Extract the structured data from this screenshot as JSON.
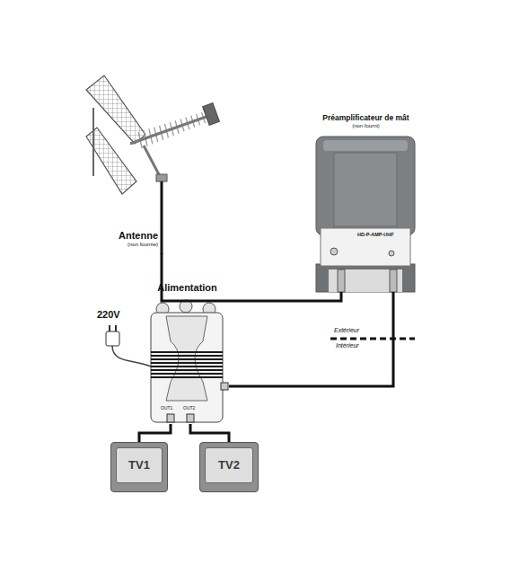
{
  "diagram": {
    "nodes": [
      {
        "text": [
          "Antenne",
          "(non fournie)"
        ]
      },
      {
        "text": [
          "Préamplificateur de mât",
          "(non fourni)"
        ]
      },
      {
        "text": [
          "Alimentation"
        ]
      },
      {
        "text": [
          "TV1"
        ]
      },
      {
        "text": [
          "TV2"
        ]
      }
    ],
    "edges": [
      {
        "from": 0,
        "to": 1,
        "arrow": "none"
      },
      {
        "from": 1,
        "to": 2,
        "arrow": "none"
      },
      {
        "from": 2,
        "to": 3,
        "arrow": "none"
      },
      {
        "from": 2,
        "to": 4,
        "arrow": "none"
      }
    ],
    "labels": [
      "220V",
      "Extérieur",
      "Intérieur",
      "HD-P-AMP-UHF",
      "OUT1",
      "OUT2"
    ]
  }
}
